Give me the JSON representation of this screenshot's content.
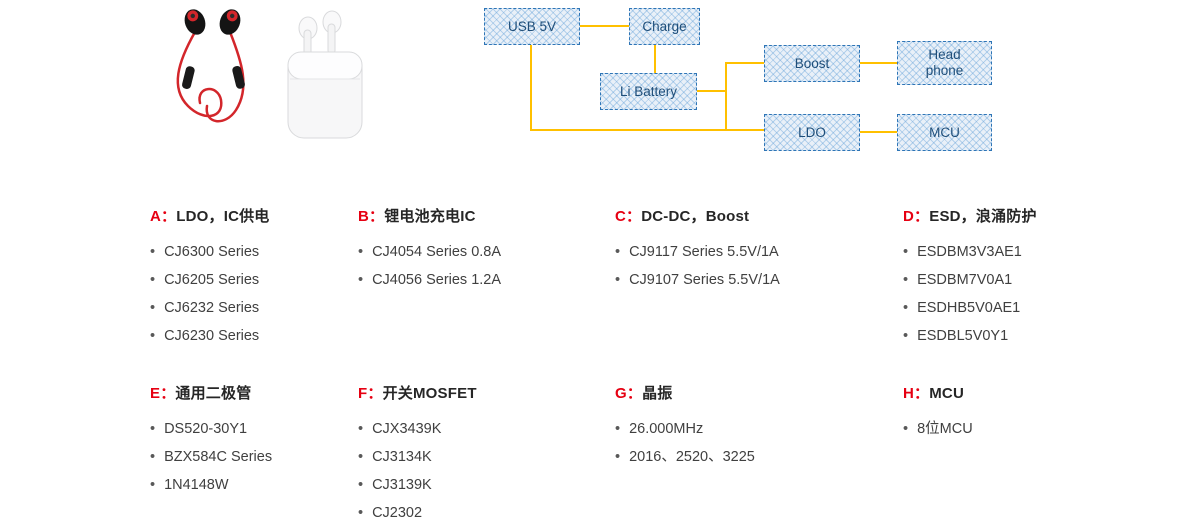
{
  "colors": {
    "wire": "#FFC000",
    "node_border": "#2E75B6",
    "node_text": "#1F4E79",
    "accent_red": "#E60012",
    "body_text": "#404040"
  },
  "diagram": {
    "nodes": {
      "usb5v": "USB 5V",
      "charge": "Charge",
      "li_battery": "Li Battery",
      "boost": "Boost",
      "headphone": "Head phone",
      "ldo": "LDO",
      "mcu": "MCU"
    }
  },
  "sections": [
    {
      "prefix": "A：",
      "title": "LDO，IC供电",
      "items": [
        "CJ6300 Series",
        "CJ6205 Series",
        "CJ6232 Series",
        "CJ6230 Series"
      ]
    },
    {
      "prefix": "B：",
      "title": "锂电池充电IC",
      "items": [
        "CJ4054 Series 0.8A",
        "CJ4056 Series 1.2A"
      ]
    },
    {
      "prefix": "C：",
      "title": "DC-DC，Boost",
      "items": [
        "CJ9117 Series 5.5V/1A",
        "CJ9107 Series 5.5V/1A"
      ]
    },
    {
      "prefix": "D：",
      "title": "ESD，浪涌防护",
      "items": [
        "ESDBM3V3AE1",
        "ESDBM7V0A1",
        "ESDHB5V0AE1",
        "ESDBL5V0Y1"
      ]
    },
    {
      "prefix": "E：",
      "title": "通用二极管",
      "items": [
        "DS520-30Y1",
        "BZX584C Series",
        "1N4148W"
      ]
    },
    {
      "prefix": "F：",
      "title": "开关MOSFET",
      "items": [
        "CJX3439K",
        "CJ3134K",
        "CJ3139K",
        "CJ2302"
      ]
    },
    {
      "prefix": "G：",
      "title": "晶振",
      "items": [
        "26.000MHz",
        "2016、2520、3225"
      ]
    },
    {
      "prefix": "H：",
      "title": "MCU",
      "items": [
        "8位MCU"
      ]
    }
  ]
}
